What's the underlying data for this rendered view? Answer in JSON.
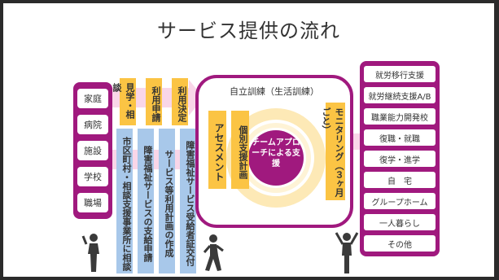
{
  "title": "サービス提供の流れ",
  "sources": [
    "家庭",
    "病院",
    "施設",
    "学校",
    "職場"
  ],
  "steps_top": [
    "見学・相談",
    "利用申請",
    "利用決定"
  ],
  "steps_bottom": [
    "市区町村・相談支援事業所に相談",
    "障害福祉サービスの支給申請",
    "サービス等利用計画の作成",
    "障害福祉サービス受給者証交付"
  ],
  "center": {
    "title": "自立訓練（生活訓練）",
    "assessment": "アセスメント",
    "plan": "個別支援計画",
    "team": "チームアプローチによる支援",
    "monitoring": "モニタリング（３ヶ月ごと）"
  },
  "outcomes": [
    "就労移行支援",
    "就労継続支援A/B",
    "職業能力開発校",
    "復職・就職",
    "復学・進学",
    "自　宅",
    "グループホーム",
    "一人暮らし",
    "その他"
  ],
  "colors": {
    "magenta": "#a0197e",
    "yellow": "#fbc444",
    "blue": "#a8c8ea",
    "arrow": "#f9d6e8"
  }
}
